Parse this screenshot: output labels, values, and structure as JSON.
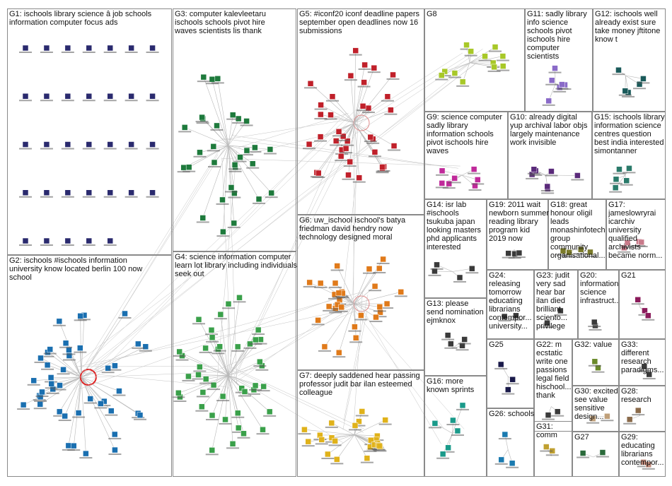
{
  "groups": [
    {
      "id": "G1",
      "label": "G1: ischools library science â job schools information computer focus ads",
      "color": "#2a2a6e"
    },
    {
      "id": "G2",
      "label": "G2: ischools #ischools information university know located berlin 100 now school",
      "color": "#1a6fb0"
    },
    {
      "id": "G3",
      "label": "G3: computer kalevleetaru ischools schools pivot hire waves scientists lis thank",
      "color": "#1e7a3c"
    },
    {
      "id": "G4",
      "label": "G4: science information computer learn lot library including individuals seek out",
      "color": "#3aa04a"
    },
    {
      "id": "G5",
      "label": "G5: #iconf20 iconf deadline papers september open deadlines now 16 submissions",
      "color": "#c0202a"
    },
    {
      "id": "G6",
      "label": "G6: uw_ischool ischool's batya friedman david hendry now technology designed moral",
      "color": "#e07a1a"
    },
    {
      "id": "G7",
      "label": "G7: deeply saddened hear passing professor judit bar ilan esteemed colleague",
      "color": "#e0b21a"
    },
    {
      "id": "G8",
      "label": "G8",
      "color": "#a8c828"
    },
    {
      "id": "G9",
      "label": "G9: science computer sadly library information schools pivot ischools hire waves",
      "color": "#c02a9a"
    },
    {
      "id": "G10",
      "label": "G10: already digital yup archival labor objs largely maintenance work invisible",
      "color": "#5a2a7a"
    },
    {
      "id": "G11",
      "label": "G11: sadly library info science schools pivot ischools hire computer scientists",
      "color": "#8a6ac8"
    },
    {
      "id": "G12",
      "label": "G12: ischools well already exist sure take money jftitone know t",
      "color": "#1a5a5a"
    },
    {
      "id": "G13",
      "label": "G13: please send nomination ejmknox",
      "color": "#3a3a3a"
    },
    {
      "id": "G14",
      "label": "G14: isr lab #ischools tsukuba japan looking masters phd applicants interested",
      "color": "#3a3a3a"
    },
    {
      "id": "G15",
      "label": "G15: ischools library information science centres question best india interested simontanner",
      "color": "#2a7a6a"
    },
    {
      "id": "G16",
      "label": "G16: more known sprints",
      "color": "#1a9a8a"
    },
    {
      "id": "G17",
      "label": "G17: jameslowryrai icarchiv university qualified archivists became norm...",
      "color": "#c87a8a"
    },
    {
      "id": "G18",
      "label": "G18: great honour oligil leads monashinfotech group community organisational...",
      "color": "#7a7a2a"
    },
    {
      "id": "G19",
      "label": "G19: 2011 wait newborn summer reading library program kid 2019 now",
      "color": "#3a3a3a"
    },
    {
      "id": "G20",
      "label": "G20: information science infrastruct...",
      "color": "#3a3a3a"
    },
    {
      "id": "G21",
      "label": "G21",
      "color": "#8a1a5a"
    },
    {
      "id": "G22",
      "label": "G22: m ecstatic write one passions legal field hischool... thank",
      "color": "#3a3a3a"
    },
    {
      "id": "G23",
      "label": "G23: judit very sad hear bar ilan died brilliant sciento... privilege",
      "color": "#3a3a3a"
    },
    {
      "id": "G24",
      "label": "G24: releasing tomorrow educating librarians contempor... university...",
      "color": "#3a3a3a"
    },
    {
      "id": "G25",
      "label": "G25",
      "color": "#1a1a4a"
    },
    {
      "id": "G26",
      "label": "G26: schools",
      "color": "#1a7ab0"
    },
    {
      "id": "G27",
      "label": "G27",
      "color": "#2a6a3a"
    },
    {
      "id": "G28",
      "label": "G28: research",
      "color": "#8a6a4a"
    },
    {
      "id": "G29",
      "label": "G29: educating librarians contempor...",
      "color": "#c08a7a"
    },
    {
      "id": "G30",
      "label": "G30: excited see value sensitive design...",
      "color": "#c0a07a"
    },
    {
      "id": "G31",
      "label": "G31: comm",
      "color": "#c0a030"
    },
    {
      "id": "G32",
      "label": "G32: value",
      "color": "#6a8a2a"
    },
    {
      "id": "G33",
      "label": "G33: different research paradigms...",
      "color": "#3a3a3a"
    }
  ]
}
